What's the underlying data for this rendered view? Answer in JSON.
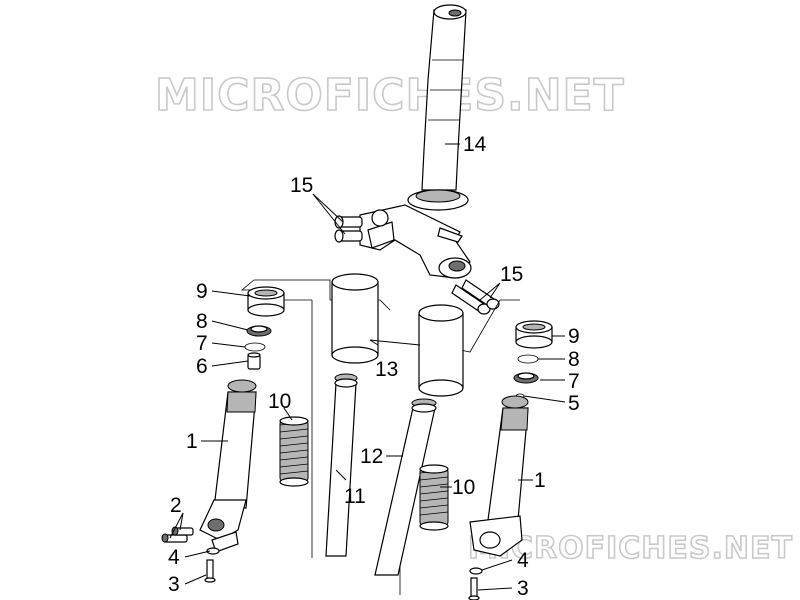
{
  "watermark": "MICROFICHES.NET",
  "callouts": {
    "c1_left": "1",
    "c1_right": "1",
    "c2": "2",
    "c3_left": "3",
    "c3_right": "3",
    "c4_left": "4",
    "c4_right": "4",
    "c5": "5",
    "c6": "6",
    "c7_left": "7",
    "c7_right": "7",
    "c8_left": "8",
    "c8_right": "8",
    "c9_left": "9",
    "c9_right": "9",
    "c10_left": "10",
    "c10_right": "10",
    "c11": "11",
    "c12": "12",
    "c13": "13",
    "c14": "14",
    "c15_left": "15",
    "c15_right": "15"
  },
  "colors": {
    "line": "#000000",
    "shade_light": "#b5b5b5",
    "shade_dark": "#6e6e6e",
    "watermark_outline": "#c9c9c9"
  }
}
